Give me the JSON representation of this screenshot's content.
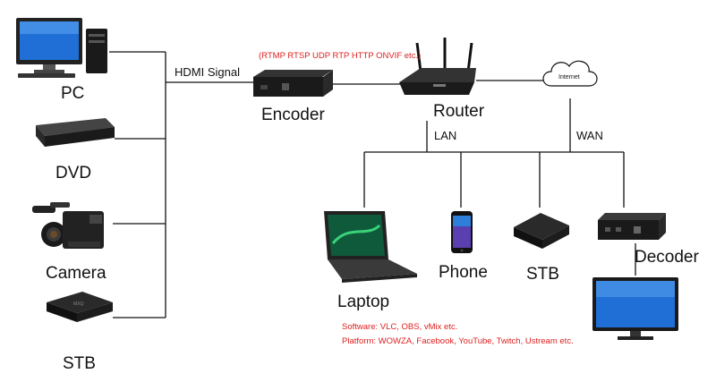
{
  "labels": {
    "pc": "PC",
    "dvd": "DVD",
    "camera": "Camera",
    "stb_left": "STB",
    "hdmi_signal": "HDMI Signal",
    "protocols": "(RTMP RTSP UDP RTP HTTP ONVIF etc.)",
    "encoder": "Encoder",
    "router": "Router",
    "internet": "Internet",
    "lan": "LAN",
    "wan": "WAN",
    "laptop": "Laptop",
    "phone": "Phone",
    "stb_right": "STB",
    "decoder": "Decoder",
    "software": "Software: VLC, OBS, vMix etc.",
    "platform": "Platform: WOWZA, Facebook, YouTube, Twitch, Ustream etc."
  },
  "colors": {
    "line": "#111111",
    "accent_text": "#e02020",
    "device_dark": "#1c1c1c",
    "screen_blue": "#1f6fd6"
  }
}
